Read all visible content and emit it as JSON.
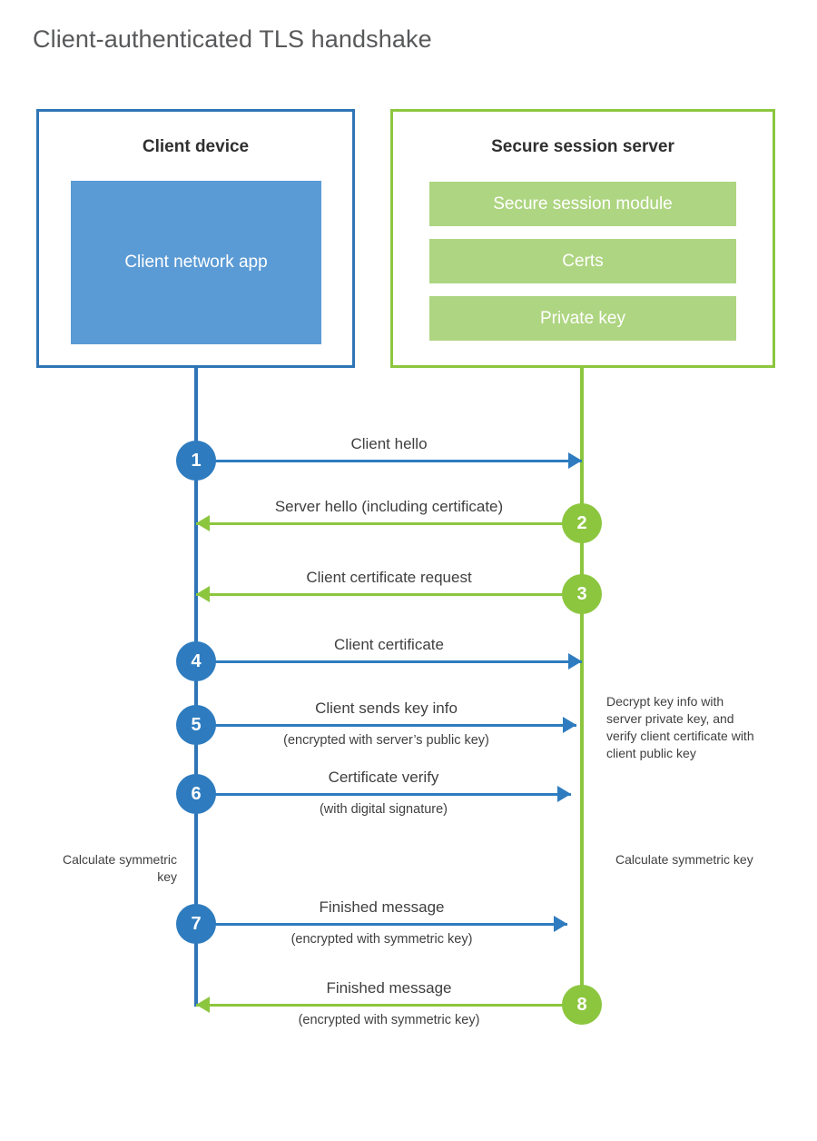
{
  "title": "Client-authenticated TLS handshake",
  "colors": {
    "client_border": "#2e75b6",
    "client_fill": "#5b9bd5",
    "server_border": "#8cc63f",
    "server_fill": "#aed581",
    "client_accent": "#2e7cbf",
    "server_accent": "#8cc63f",
    "title_text": "#58595b",
    "body_text": "#3f3f3f",
    "background": "#ffffff"
  },
  "actors": {
    "client": {
      "title": "Client device",
      "component": "Client network app"
    },
    "server": {
      "title": "Secure session server",
      "components": [
        "Secure session module",
        "Certs",
        "Private key"
      ]
    }
  },
  "steps": [
    {
      "number": "1",
      "label": "Client hello",
      "sublabel": "",
      "direction": "client-to-server",
      "origin": "client"
    },
    {
      "number": "2",
      "label": "Server hello (including certificate)",
      "sublabel": "",
      "direction": "server-to-client",
      "origin": "server"
    },
    {
      "number": "3",
      "label": "Client certificate request",
      "sublabel": "",
      "direction": "server-to-client",
      "origin": "server"
    },
    {
      "number": "4",
      "label": "Client certificate",
      "sublabel": "",
      "direction": "client-to-server",
      "origin": "client"
    },
    {
      "number": "5",
      "label": "Client sends key info",
      "sublabel": "(encrypted with server’s public key)",
      "direction": "client-to-server",
      "origin": "client"
    },
    {
      "number": "6",
      "label": "Certificate verify",
      "sublabel": "(with digital signature)",
      "direction": "client-to-server",
      "origin": "client"
    },
    {
      "number": "7",
      "label": "Finished message",
      "sublabel": "(encrypted with symmetric key)",
      "direction": "client-to-server",
      "origin": "client"
    },
    {
      "number": "8",
      "label": "Finished message",
      "sublabel": "(encrypted with symmetric key)",
      "direction": "server-to-client",
      "origin": "server"
    }
  ],
  "annotations": {
    "server_decrypt": "Decrypt key info with server private key, and verify client certificate with client public key",
    "client_calculate": "Calculate symmetric key",
    "server_calculate": "Calculate symmetric key"
  }
}
